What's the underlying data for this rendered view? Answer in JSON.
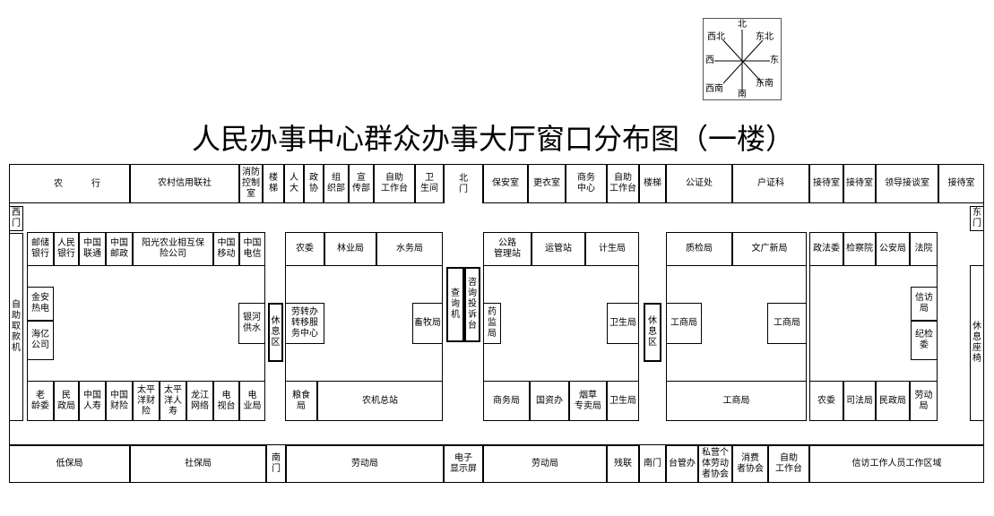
{
  "title": "人民办事中心群众办事大厅窗口分布图（一楼）",
  "compass": {
    "n": "北",
    "s": "南",
    "e": "东",
    "w": "西",
    "ne": "东北",
    "nw": "西北",
    "se": "东南",
    "sw": "西南"
  },
  "gates": {
    "west": "西\n门",
    "east": "东\n门",
    "north": "北\n门",
    "south1": "南\n门",
    "south2": "南门"
  },
  "top_row": [
    "农",
    "行",
    "农村信用联社",
    "消防\n控制\n室",
    "楼\n梯",
    "人\n大",
    "政\n协",
    "组\n织部",
    "宣\n传部",
    "自助\n工作台",
    "卫\n生间",
    "保安室",
    "更衣室",
    "商务\n中心",
    "自助\n工作台",
    "楼梯",
    "公证处",
    "户证科",
    "接待室",
    "接待室",
    "领导接谈室",
    "接待室"
  ],
  "blocks": {
    "b1_top": [
      "邮储\n银行",
      "人民\n银行",
      "中国\n联通",
      "中国\n邮政",
      "阳光农业相互保\n险公司",
      "中国\n移动",
      "中国\n电信"
    ],
    "b1_left": [
      "金安\n热电",
      "海亿\n公司"
    ],
    "b1_right": "银河\n供水",
    "b1_bottom": [
      "老\n龄委",
      "民\n政局",
      "中国\n人寿",
      "中国\n财险",
      "太平\n洋财\n险",
      "太平\n洋人\n寿",
      "龙江\n网络",
      "电\n视台",
      "电\n业局"
    ],
    "b2_top": [
      "农委",
      "林业局",
      "水务局"
    ],
    "b2_mid": "劳转办\n转移服\n务中心",
    "b2_right": "畜牧局",
    "b2_bottom": [
      "粮食\n局",
      "农机总站"
    ],
    "mid_a": "查\n询\n机",
    "mid_b": "咨\n询\n投\n诉\n台",
    "b3_top": [
      "公路\n管理站",
      "运管站",
      "计生局"
    ],
    "b3_left": "药\n监\n局",
    "b3_right": "卫生局",
    "b3_bottom": [
      "商务局",
      "国资办",
      "烟草\n专卖局",
      "卫生局"
    ],
    "b4_top": [
      "质检局",
      "文广新局"
    ],
    "b4_left": "工商局",
    "b4_right": "工商局",
    "b4_bottom": "工商局",
    "b5_top": [
      "政法委",
      "检察院",
      "公安局",
      "法院"
    ],
    "b5_right": [
      "信访\n局",
      "纪检\n委"
    ],
    "b5_bottom": [
      "农委",
      "司法局",
      "民政局",
      "劳动\n局"
    ],
    "rest1": "休\n息\n区",
    "rest2": "休\n息\n区",
    "left_strip": "自\n助\n取\n款\n机",
    "right_strip": "休\n息\n座\n椅"
  },
  "bottom_row": [
    "低保局",
    "社保局",
    "劳动局",
    "电子\n显示屏",
    "劳动局",
    "残联",
    "台管办",
    "私营个\n体劳动\n者协会",
    "消费\n者协会",
    "自助\n工作台",
    "信访工作人员工作区域"
  ]
}
